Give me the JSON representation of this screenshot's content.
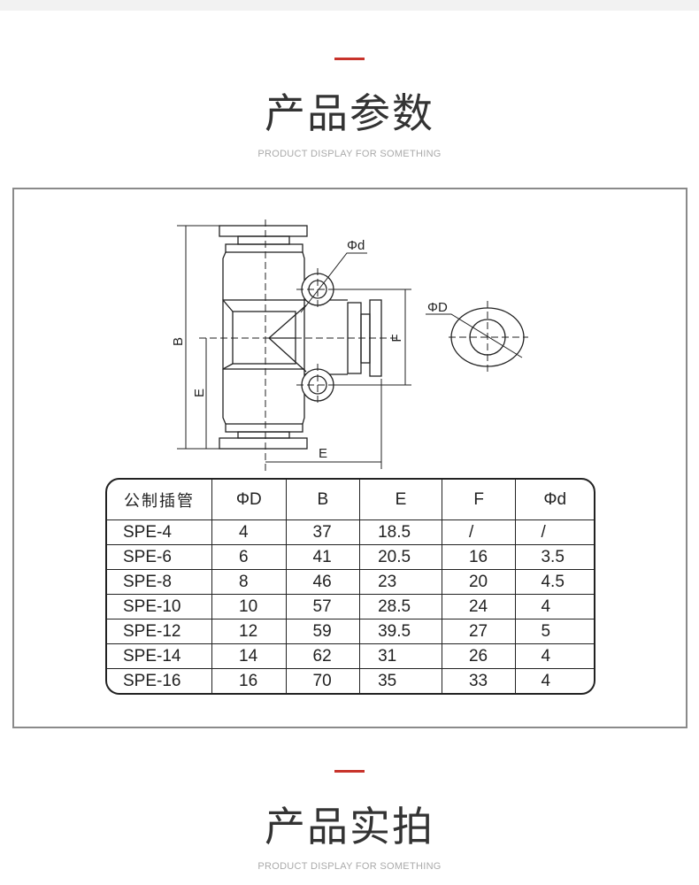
{
  "section1": {
    "title": "产品参数",
    "subtitle": "PRODUCT DISPLAY FOR SOMETHING"
  },
  "diagram": {
    "label_B": "B",
    "label_E_left": "E",
    "label_E_bottom": "E",
    "label_F": "F",
    "label_phi_d": "Φd",
    "label_phi_D": "ΦD"
  },
  "table": {
    "headers": [
      "公制插管",
      "ΦD",
      "B",
      "E",
      "F",
      "Φd"
    ],
    "rows": [
      [
        "SPE-4",
        "4",
        "37",
        "18.5",
        "/",
        "/"
      ],
      [
        "SPE-6",
        "6",
        "41",
        "20.5",
        "16",
        "3.5"
      ],
      [
        "SPE-8",
        "8",
        "46",
        "23",
        "20",
        "4.5"
      ],
      [
        "SPE-10",
        "10",
        "57",
        "28.5",
        "24",
        "4"
      ],
      [
        "SPE-12",
        "12",
        "59",
        "39.5",
        "27",
        "5"
      ],
      [
        "SPE-14",
        "14",
        "62",
        "31",
        "26",
        "4"
      ],
      [
        "SPE-16",
        "16",
        "70",
        "35",
        "33",
        "4"
      ]
    ]
  },
  "section2": {
    "title": "产品实拍",
    "subtitle": "PRODUCT DISPLAY FOR SOMETHING"
  },
  "colors": {
    "accent": "#c8332b",
    "frame": "#8a8a8a"
  }
}
